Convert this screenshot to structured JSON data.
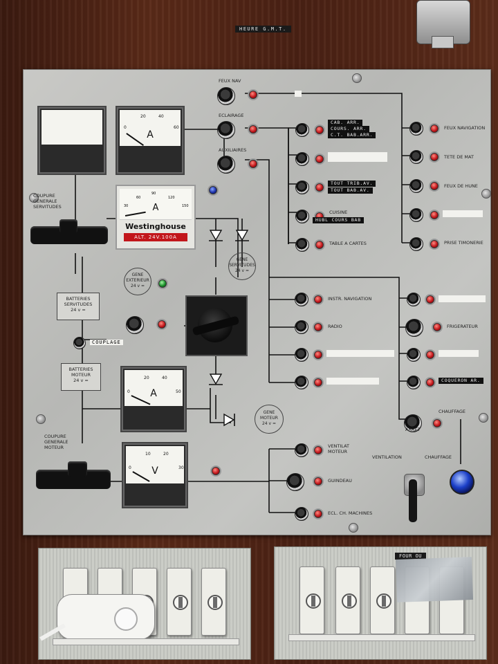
{
  "top_plate": "HEURE G.M.T.",
  "panel": {
    "labels": {
      "feux_nav": "FEUX NAV",
      "eclairage": "ECLAIRAGE",
      "auxiliaires": "AUXILIAIRES",
      "coupure_servitudes": [
        "COUPURE",
        "GENERALE",
        "SERVITUDES"
      ],
      "gene_exterieur": [
        "GENE",
        "EXTERIEUR",
        "24 v ="
      ],
      "gene_servitudes": [
        "GENE",
        "SERVITUDES",
        "24 v ="
      ],
      "batteries_servitudes": [
        "BATTERIES",
        "SERVITUDES",
        "24 v ="
      ],
      "couplage": "COUPLAGE",
      "batteries_moteur": [
        "BATTERIES",
        "MOTEUR",
        "24 v ="
      ],
      "gene_moteur": [
        "GENE",
        "MOTEUR",
        "24 v ="
      ],
      "coupure_moteur": [
        "COUPURE",
        "GENERALE",
        "MOTEUR"
      ],
      "cuisine": "CUISINE",
      "table_cartes": "TABLE A CARTES",
      "feux_navigation": "FEUX NAVIGATION",
      "tete_mat": "TETE DE MAT",
      "feux_hune": "FEUX DE HUNE",
      "prise_timonerie": "PRISE TIMONERIE",
      "instr_navigation": "INSTR. NAVIGATION",
      "radio": "RADIO",
      "frigerateur": "FRIGERATEUR",
      "chauffage": "CHAUFFAGE",
      "ventilat_moteur": [
        "VENTILAT",
        "MOTEUR"
      ],
      "guindeau": "GUINDEAU",
      "ecl_machines": "ECL. CH. MACHINES",
      "ventilation": "VENTILATION",
      "arret": "ARRET",
      "chauffage_sel": "CHAUFFAGE"
    },
    "tapes": {
      "cab_arr": "CAB. ARR.",
      "cours_arr": "COURS. ARR.",
      "ct_bab_arr": "C.T. BAB.ARR.",
      "tout_trib_av": "TOUT TRIB.AV.",
      "tout_bab_av": "TOUT BAB.AV.",
      "hubl_cours_bab": "HUBL COURS BAB",
      "coqueron_ar": "COQUERON AR."
    },
    "meters": {
      "meter1": {
        "unit": "A",
        "ticks": [
          "0",
          "20",
          "40",
          "60"
        ],
        "value": 3
      },
      "meter2": {
        "unit": "A",
        "ticks": [
          "30",
          "60",
          "90",
          "120",
          "150"
        ],
        "brand": "Westinghouse",
        "rating": "ALT. 24V.100A",
        "value": 0
      },
      "meter3": {
        "unit": "A",
        "ticks": [
          "0",
          "20",
          "40",
          "50"
        ],
        "value": 10
      },
      "meter4": {
        "unit": "V",
        "ticks": [
          "0",
          "10",
          "20",
          "30"
        ],
        "value": 5
      }
    }
  },
  "outlets": {
    "right_label": "FOUR OU"
  },
  "colors": {
    "lamp_red": "#c0161b",
    "lamp_green": "#1a8f2a",
    "lamp_blue": "#1b2fa8",
    "panel": "#c0c1be"
  }
}
